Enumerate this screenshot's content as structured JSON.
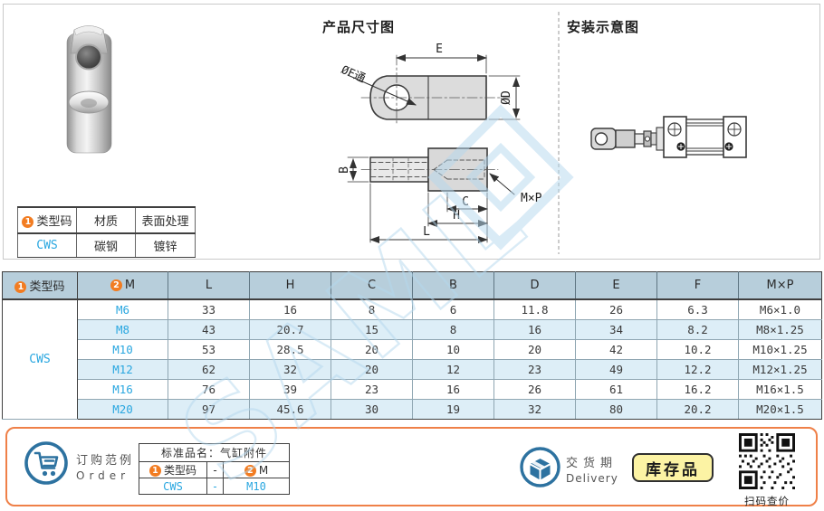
{
  "titles": {
    "dimension_diagram": "产品尺寸图",
    "installation_diagram": "安装示意图"
  },
  "dim_labels": {
    "e": "E",
    "f_thru": "ØF通",
    "d": "ØD",
    "b": "B",
    "c": "C",
    "h": "H",
    "l": "L",
    "mxp": "M×P"
  },
  "material_table": {
    "headers": [
      {
        "badge": "1",
        "label": "类型码"
      },
      {
        "label": "材质"
      },
      {
        "label": "表面处理"
      }
    ],
    "row": {
      "type_code": "CWS",
      "material": "碳钢",
      "finish": "镀锌"
    }
  },
  "main_table": {
    "headers": [
      {
        "badge": "1",
        "label": "类型码"
      },
      {
        "badge": "2",
        "label": "M"
      },
      {
        "label": "L"
      },
      {
        "label": "H"
      },
      {
        "label": "C"
      },
      {
        "label": "B"
      },
      {
        "label": "D"
      },
      {
        "label": "E"
      },
      {
        "label": "F"
      },
      {
        "label": "M×P"
      }
    ],
    "type_code": "CWS",
    "rows": [
      {
        "m": "M6",
        "l": "33",
        "h": "16",
        "c": "8",
        "b": "6",
        "d": "11.8",
        "e": "26",
        "f": "6.3",
        "mxp": "M6×1.0"
      },
      {
        "m": "M8",
        "l": "43",
        "h": "20.7",
        "c": "15",
        "b": "8",
        "d": "16",
        "e": "34",
        "f": "8.2",
        "mxp": "M8×1.25"
      },
      {
        "m": "M10",
        "l": "53",
        "h": "28.5",
        "c": "20",
        "b": "10",
        "d": "20",
        "e": "42",
        "f": "10.2",
        "mxp": "M10×1.25"
      },
      {
        "m": "M12",
        "l": "62",
        "h": "32",
        "c": "20",
        "b": "12",
        "d": "23",
        "e": "49",
        "f": "12.2",
        "mxp": "M12×1.25"
      },
      {
        "m": "M16",
        "l": "76",
        "h": "39",
        "c": "23",
        "b": "16",
        "d": "26",
        "e": "61",
        "f": "16.2",
        "mxp": "M16×1.5"
      },
      {
        "m": "M20",
        "l": "97",
        "h": "45.6",
        "c": "30",
        "b": "19",
        "d": "32",
        "e": "80",
        "f": "20.2",
        "mxp": "M20×1.5"
      }
    ]
  },
  "order": {
    "label_cn": "订购范例",
    "label_en": "Order",
    "table_title": "标准品名：气缸附件",
    "headers": [
      {
        "badge": "1",
        "label": "类型码"
      },
      {
        "label": "-"
      },
      {
        "badge": "2",
        "label": "M"
      }
    ],
    "values": [
      "CWS",
      "-",
      "M10"
    ]
  },
  "delivery": {
    "label_cn": "交货期",
    "label_en": "Delivery",
    "stock_badge": "库存品",
    "qr_caption": "扫码查价"
  },
  "watermark": "SAML",
  "colors": {
    "accent_orange": "#f27c21",
    "box_border_orange": "#ef8048",
    "link_blue": "#2aa7e0",
    "icon_blue": "#2d72a0",
    "table_header_bg": "#b7cedb",
    "alt_row_bg": "#ddeef7",
    "stock_badge_bg": "#fcf3a4",
    "watermark_blue": "#b5d8ee"
  }
}
